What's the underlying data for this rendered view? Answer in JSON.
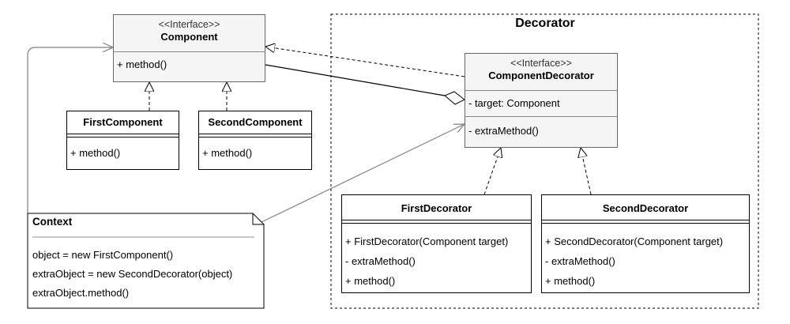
{
  "region": {
    "title": "Decorator"
  },
  "component": {
    "stereotype": "<<Interface>>",
    "name": "Component",
    "ops": [
      "+ method()"
    ]
  },
  "first_component": {
    "name": "FirstComponent",
    "ops": [
      "+ method()"
    ]
  },
  "second_component": {
    "name": "SecondComponent",
    "ops": [
      "+ method()"
    ]
  },
  "component_decorator": {
    "stereotype": "<<Interface>>",
    "name": "ComponentDecorator",
    "attrs": [
      "- target: Component"
    ],
    "ops": [
      "- extraMethod()"
    ]
  },
  "first_decorator": {
    "name": "FirstDecorator",
    "ops": [
      "+ FirstDecorator(Component target)",
      "- extraMethod()",
      "+ method()"
    ]
  },
  "second_decorator": {
    "name": "SecondDecorator",
    "ops": [
      "+ SecondDecorator(Component target)",
      "- extraMethod()",
      "+ method()"
    ]
  },
  "context": {
    "title": "Context",
    "lines": [
      "object = new FirstComponent()",
      "extraObject = new SecondDecorator(object)",
      "extraObject.method()"
    ]
  },
  "colors": {
    "interface_fill": "#f5f5f5",
    "line": "#000000",
    "note_link": "#808080"
  }
}
